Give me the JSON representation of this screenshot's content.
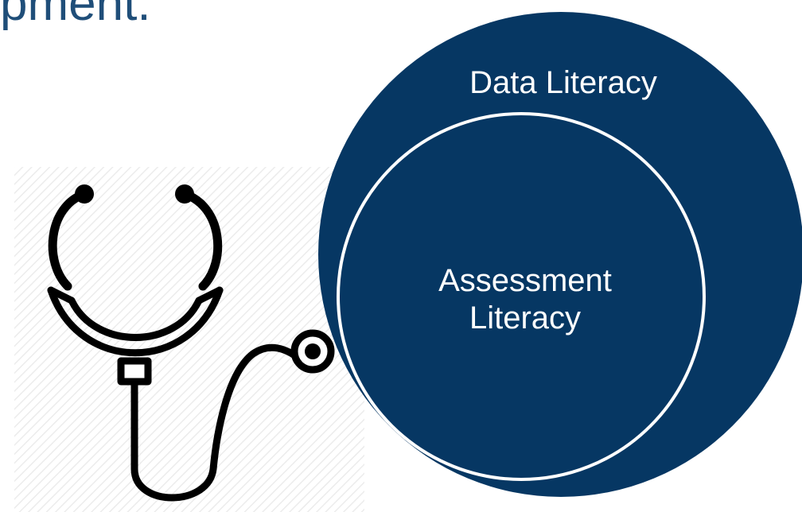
{
  "heading_fragment": "pment.",
  "diagram": {
    "outer_circle_label": "Data Literacy",
    "inner_circle_label_line1": "Assessment",
    "inner_circle_label_line2": "Literacy"
  },
  "colors": {
    "heading": "#1f4e79",
    "circle_fill": "#063763",
    "circle_outline": "#ffffff",
    "label_text": "#ffffff",
    "icon_stroke": "#000000",
    "hatch_background": "#f1f1f1"
  },
  "icons": {
    "stethoscope": "stethoscope-icon"
  }
}
